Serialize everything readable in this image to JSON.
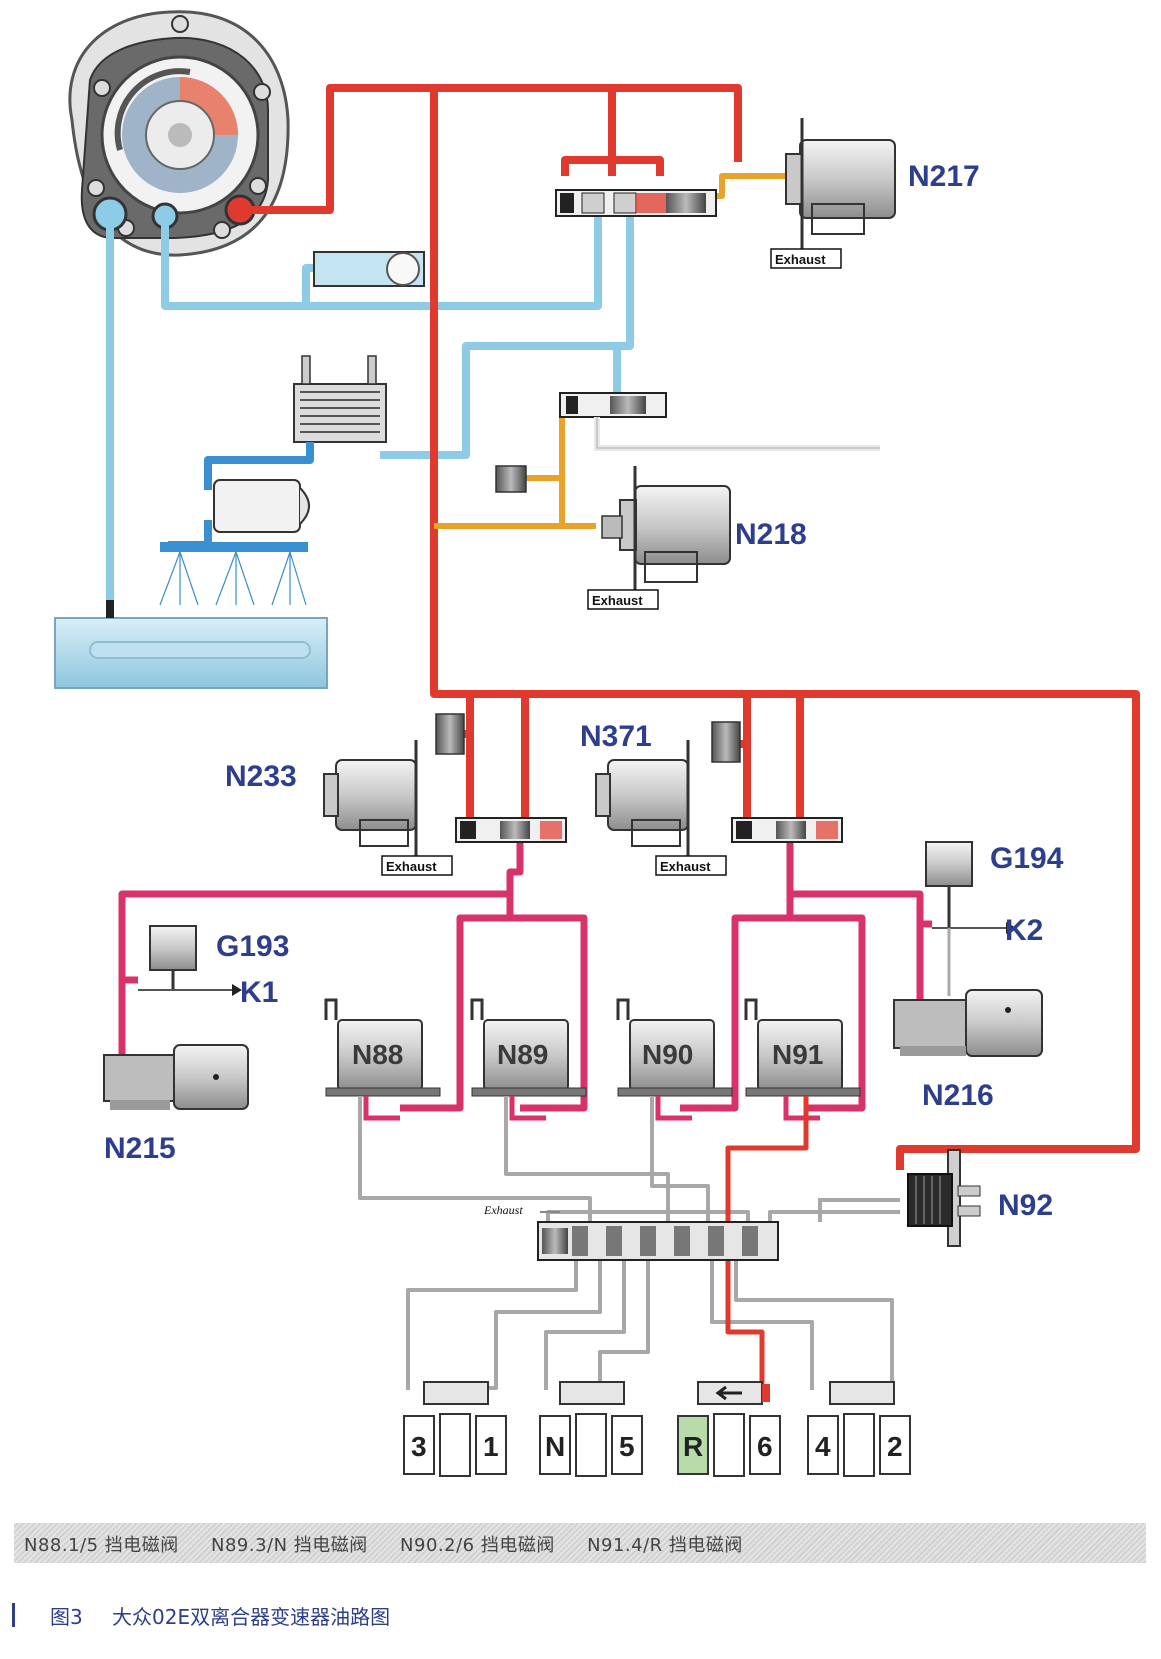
{
  "labels": {
    "n217": "N217",
    "n218": "N218",
    "n233": "N233",
    "n371": "N371",
    "g194": "G194",
    "g193": "G193",
    "k1": "K1",
    "k2": "K2",
    "n215": "N215",
    "n216": "N216",
    "n92": "N92",
    "n88": "N88",
    "n89": "N89",
    "n90": "N90",
    "n91": "N91",
    "exhaust": "Exhaust"
  },
  "gear_selectors": [
    {
      "left": "3",
      "right": "1"
    },
    {
      "left": "N",
      "right": "5"
    },
    {
      "left": "R",
      "right": "6"
    },
    {
      "left": "4",
      "right": "2"
    }
  ],
  "legend": {
    "n88": "N88.1/5 挡电磁阀",
    "n89": "N89.3/N 挡电磁阀",
    "n90": "N90.2/6 挡电磁阀",
    "n91": "N91.4/R 挡电磁阀"
  },
  "caption": {
    "number": "图3",
    "title": "大众02E双离合器变速器油路图"
  },
  "colors": {
    "main_pressure": "#e03a2e",
    "clutch_pressure": "#d8326a",
    "control_pressure": "#e9a22a",
    "suction": "#8ecbe6",
    "cooler": "#3a8fd0",
    "gear_pressure": "#a8a8a8",
    "label_blue": "#2d3e8c",
    "label_red": "#d33a2f"
  }
}
